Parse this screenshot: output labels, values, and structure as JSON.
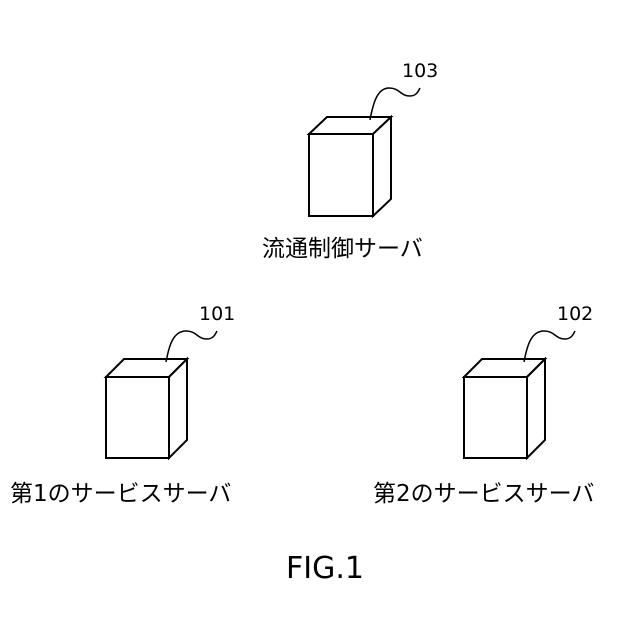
{
  "servers": [
    {
      "id": "control",
      "ref": "103",
      "name": "流通制御サーバ"
    },
    {
      "id": "service1",
      "ref": "101",
      "name": "第1のサービスサーバ"
    },
    {
      "id": "service2",
      "ref": "102",
      "name": "第2のサービスサーバ"
    }
  ],
  "figure_label": "FIG.1"
}
